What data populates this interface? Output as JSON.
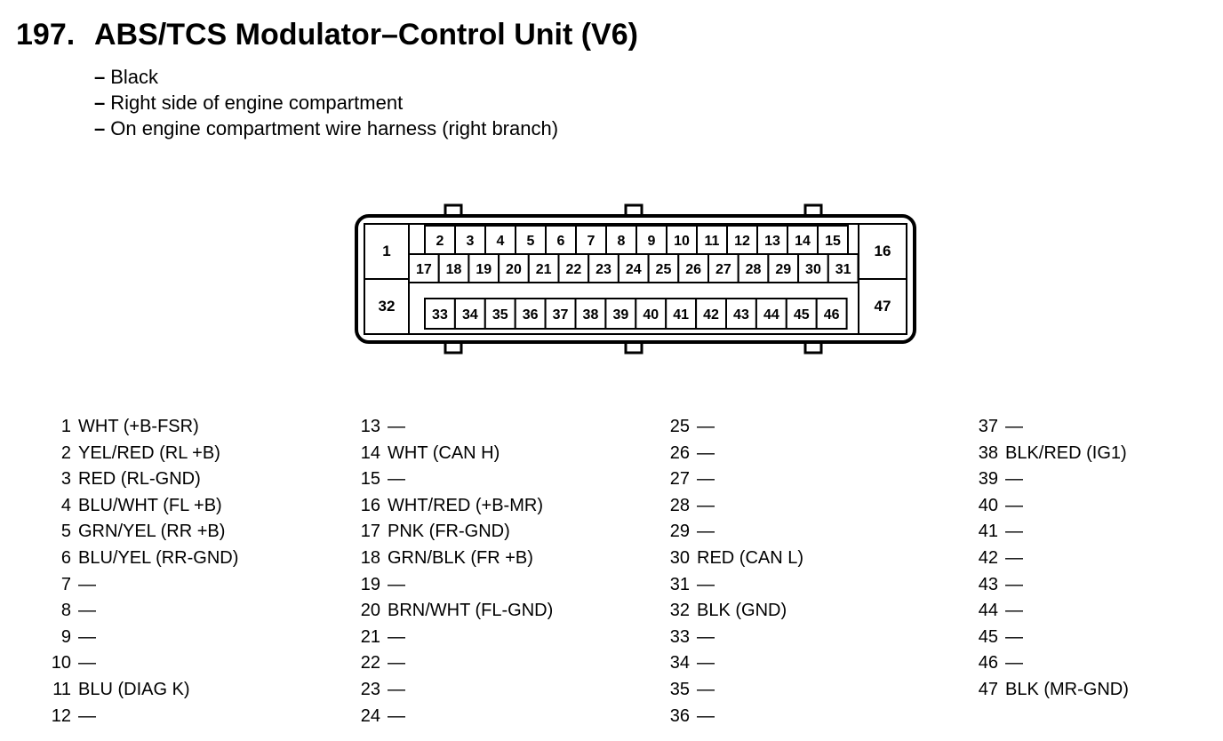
{
  "header": {
    "number": "197.",
    "title": "ABS/TCS Modulator–Control Unit (V6)"
  },
  "notes": [
    {
      "dash": "–",
      "text": "Black"
    },
    {
      "dash": "–",
      "text": "Right side of engine compartment"
    },
    {
      "dash": "–",
      "text": "On engine compartment wire harness (right branch)"
    }
  ],
  "connector": {
    "left_top": "1",
    "left_bottom": "32",
    "right_top": "16",
    "right_bottom": "47",
    "row1": [
      "2",
      "3",
      "4",
      "5",
      "6",
      "7",
      "8",
      "9",
      "10",
      "11",
      "12",
      "13",
      "14",
      "15"
    ],
    "row2": [
      "17",
      "18",
      "19",
      "20",
      "21",
      "22",
      "23",
      "24",
      "25",
      "26",
      "27",
      "28",
      "29",
      "30",
      "31"
    ],
    "row3": [
      "33",
      "34",
      "35",
      "36",
      "37",
      "38",
      "39",
      "40",
      "41",
      "42",
      "43",
      "44",
      "45",
      "46"
    ]
  },
  "pins": [
    [
      {
        "pin": "1",
        "wire": "WHT (+B-FSR)"
      },
      {
        "pin": "2",
        "wire": "YEL/RED (RL +B)"
      },
      {
        "pin": "3",
        "wire": "RED (RL-GND)"
      },
      {
        "pin": "4",
        "wire": "BLU/WHT (FL +B)"
      },
      {
        "pin": "5",
        "wire": "GRN/YEL (RR +B)"
      },
      {
        "pin": "6",
        "wire": "BLU/YEL (RR-GND)"
      },
      {
        "pin": "7",
        "wire": "—"
      },
      {
        "pin": "8",
        "wire": "—"
      },
      {
        "pin": "9",
        "wire": "—"
      },
      {
        "pin": "10",
        "wire": "—"
      },
      {
        "pin": "11",
        "wire": "BLU (DIAG K)"
      },
      {
        "pin": "12",
        "wire": "—"
      }
    ],
    [
      {
        "pin": "13",
        "wire": "—"
      },
      {
        "pin": "14",
        "wire": "WHT (CAN H)"
      },
      {
        "pin": "15",
        "wire": "—"
      },
      {
        "pin": "16",
        "wire": "WHT/RED (+B-MR)"
      },
      {
        "pin": "17",
        "wire": "PNK (FR-GND)"
      },
      {
        "pin": "18",
        "wire": "GRN/BLK (FR +B)"
      },
      {
        "pin": "19",
        "wire": "—"
      },
      {
        "pin": "20",
        "wire": "BRN/WHT (FL-GND)"
      },
      {
        "pin": "21",
        "wire": "—"
      },
      {
        "pin": "22",
        "wire": "—"
      },
      {
        "pin": "23",
        "wire": "—"
      },
      {
        "pin": "24",
        "wire": "—"
      }
    ],
    [
      {
        "pin": "25",
        "wire": "—"
      },
      {
        "pin": "26",
        "wire": "—"
      },
      {
        "pin": "27",
        "wire": "—"
      },
      {
        "pin": "28",
        "wire": "—"
      },
      {
        "pin": "29",
        "wire": "—"
      },
      {
        "pin": "30",
        "wire": "RED (CAN L)"
      },
      {
        "pin": "31",
        "wire": "—"
      },
      {
        "pin": "32",
        "wire": "BLK (GND)"
      },
      {
        "pin": "33",
        "wire": "—"
      },
      {
        "pin": "34",
        "wire": "—"
      },
      {
        "pin": "35",
        "wire": "—"
      },
      {
        "pin": "36",
        "wire": "—"
      }
    ],
    [
      {
        "pin": "37",
        "wire": "—"
      },
      {
        "pin": "38",
        "wire": "BLK/RED (IG1)"
      },
      {
        "pin": "39",
        "wire": "—"
      },
      {
        "pin": "40",
        "wire": "—"
      },
      {
        "pin": "41",
        "wire": "—"
      },
      {
        "pin": "42",
        "wire": "—"
      },
      {
        "pin": "43",
        "wire": "—"
      },
      {
        "pin": "44",
        "wire": "—"
      },
      {
        "pin": "45",
        "wire": "—"
      },
      {
        "pin": "46",
        "wire": "—"
      },
      {
        "pin": "47",
        "wire": "BLK (MR-GND)"
      }
    ]
  ]
}
